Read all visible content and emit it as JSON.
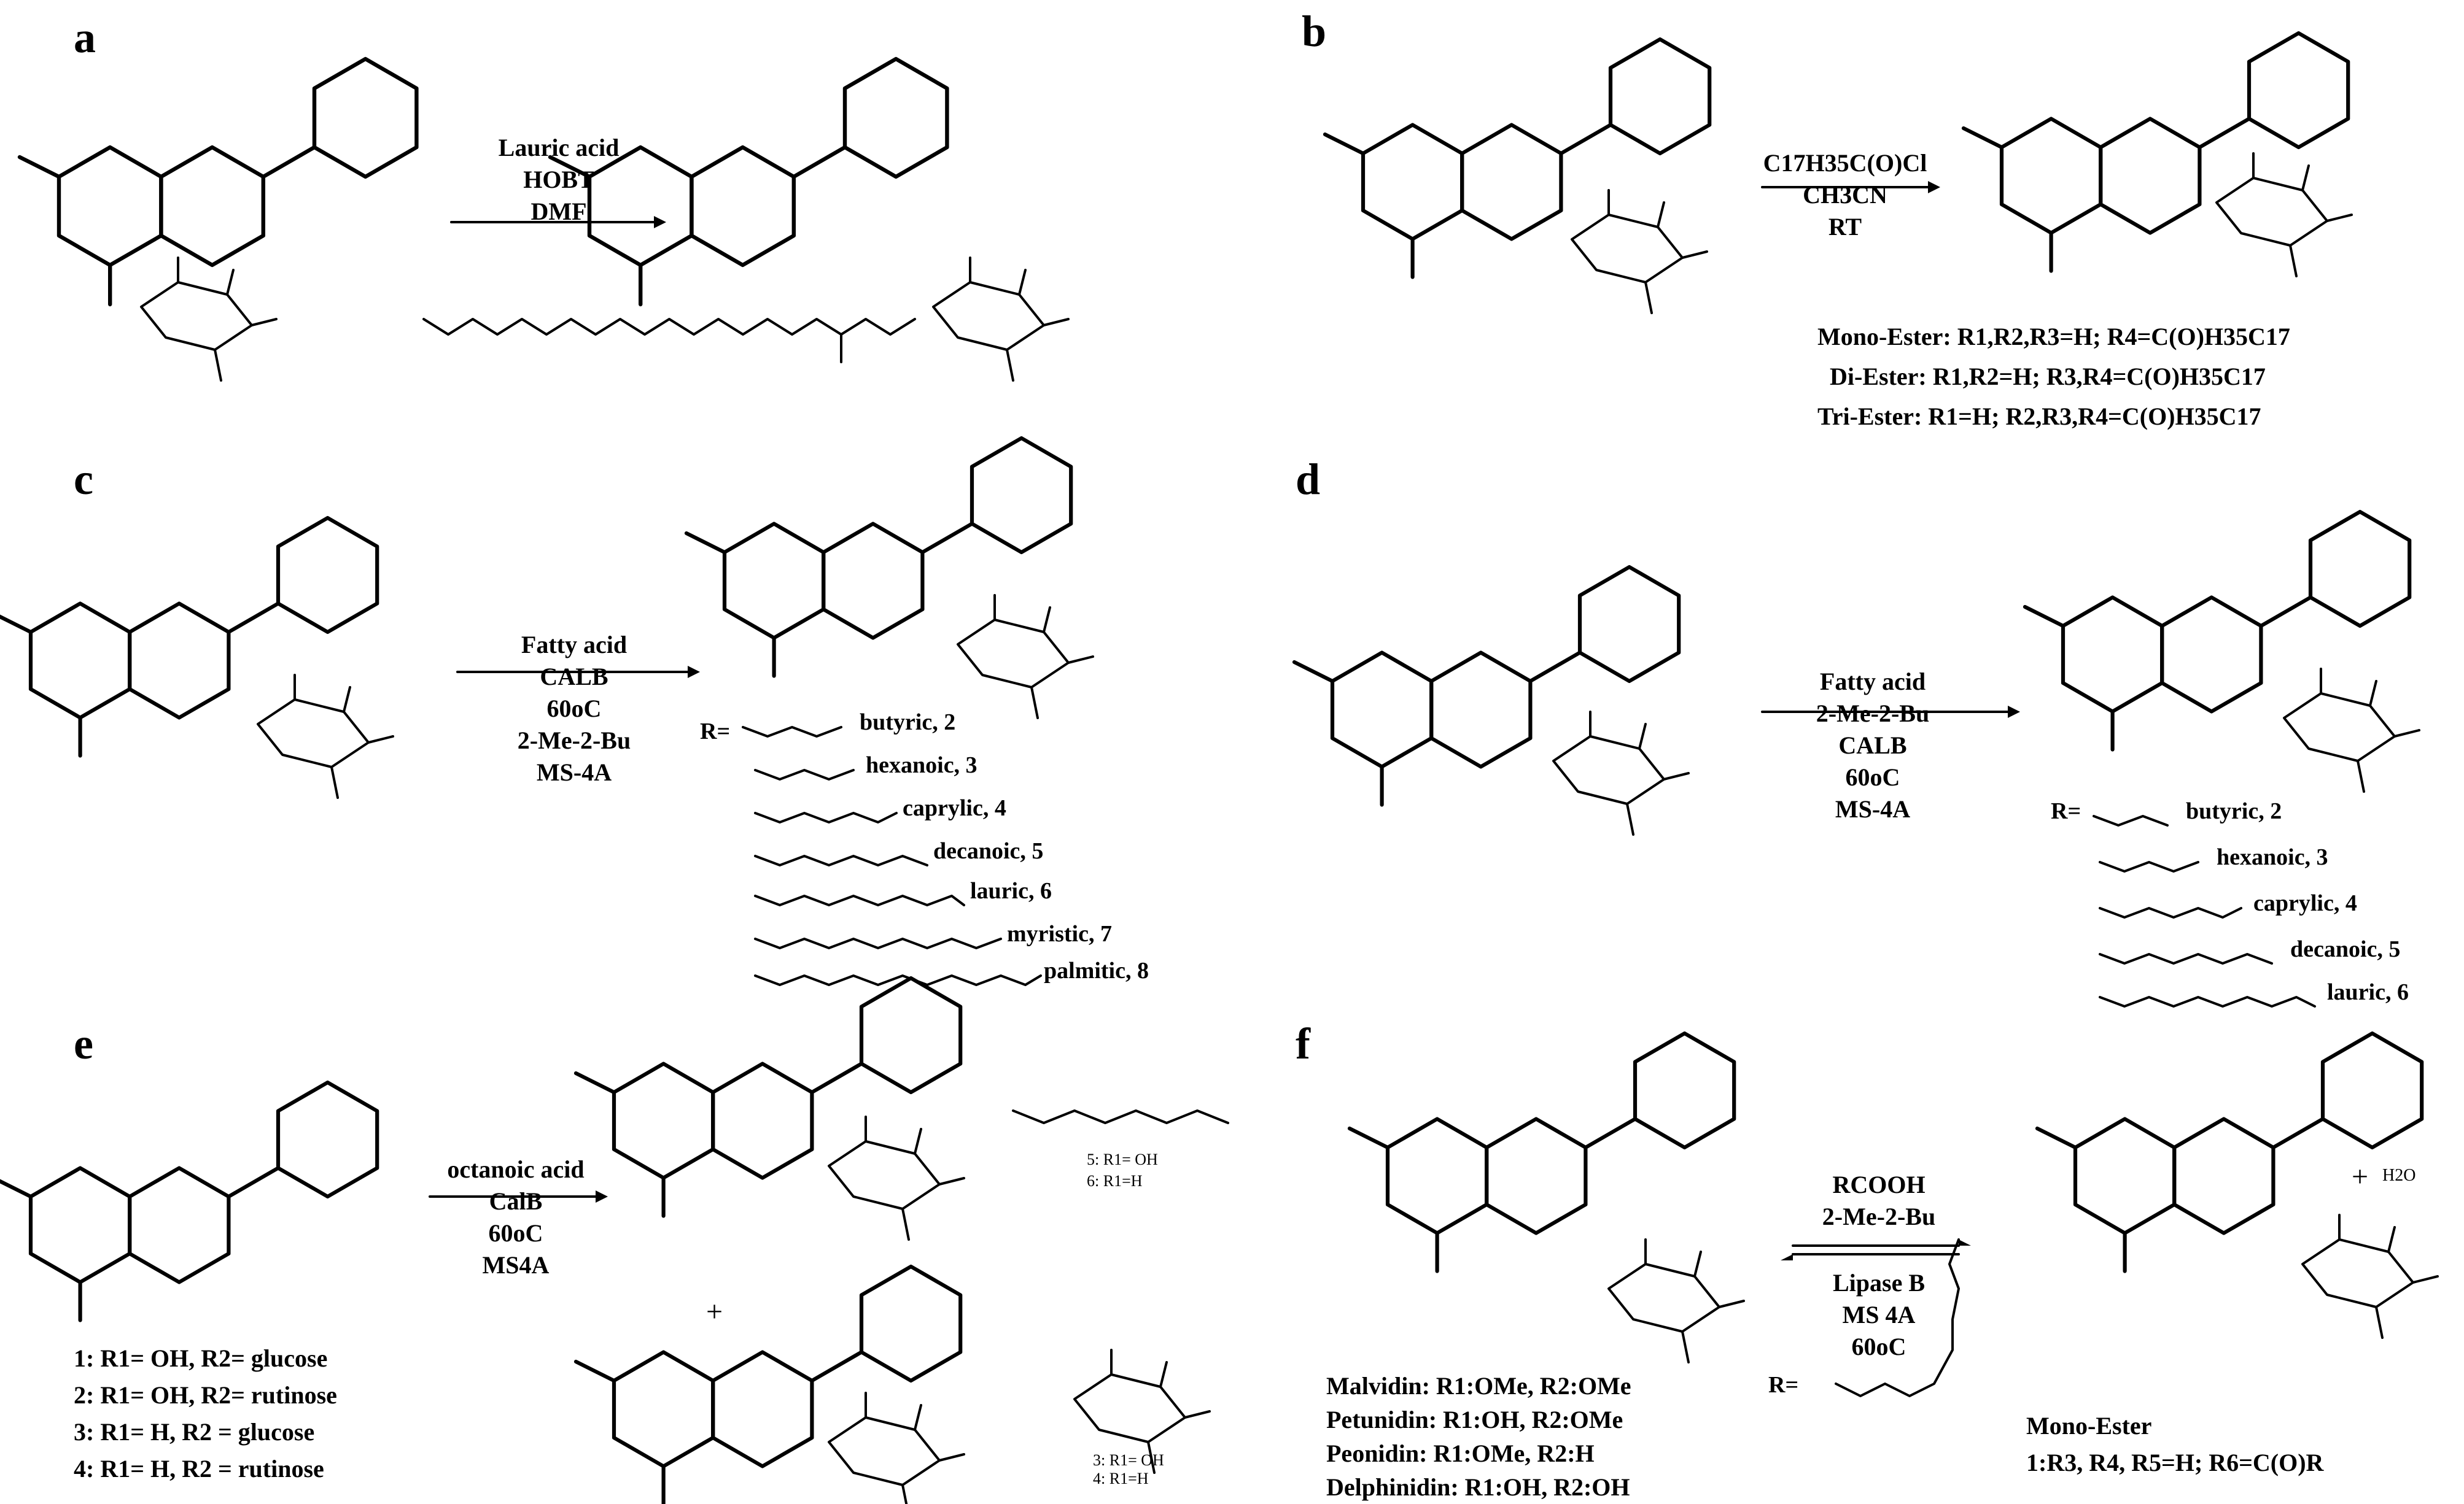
{
  "panels": {
    "a": {
      "label": "a",
      "conditions": [
        "Lauric acid",
        "HOBT",
        "DMF"
      ]
    },
    "b": {
      "label": "b",
      "conditions": [
        "C17H35C(O)Cl",
        "CH3CN",
        "RT"
      ],
      "esters": [
        "Mono-Ester: R1,R2,R3=H; R4=C(O)H35C17",
        "Di-Ester: R1,R2=H; R3,R4=C(O)H35C17",
        "Tri-Ester: R1=H; R2,R3,R4=C(O)H35C17"
      ]
    },
    "c": {
      "label": "c",
      "conditions": [
        "Fatty acid",
        "CALB",
        "60oC",
        "2-Me-2-Bu",
        "MS-4A"
      ],
      "r_label": "R=",
      "acids": [
        "butyric, 2",
        "hexanoic, 3",
        "caprylic, 4",
        "decanoic, 5",
        "lauric, 6",
        "myristic, 7",
        "palmitic, 8"
      ]
    },
    "d": {
      "label": "d",
      "conditions": [
        "Fatty acid",
        "2-Me-2-Bu",
        "CALB",
        "60oC",
        "MS-4A"
      ],
      "r_label": "R=",
      "acids": [
        "butyric, 2",
        "hexanoic, 3",
        "caprylic, 4",
        "decanoic, 5",
        "lauric, 6"
      ]
    },
    "e": {
      "label": "e",
      "conditions": [
        "octanoic acid",
        "CalB",
        "60oC",
        "MS4A"
      ],
      "plus": "+",
      "substrates": [
        "1: R1= OH, R2= glucose",
        "2: R1= OH, R2= rutinose",
        "3: R1= H, R2 = glucose",
        "4: R1= H, R2 = rutinose"
      ],
      "product_labels_top": [
        "5: R1= OH",
        "6: R1=H"
      ],
      "product_labels_bottom": [
        "3: R1= OH",
        "4: R1=H"
      ]
    },
    "f": {
      "label": "f",
      "conditions_top": [
        "RCOOH",
        "2-Me-2-Bu"
      ],
      "conditions_bottom": [
        "Lipase B",
        "MS 4A",
        "60oC"
      ],
      "plus": "+",
      "water": "H2O",
      "r_label": "R=",
      "substrates": [
        "Malvidin: R1:OMe, R2:OMe",
        "Petunidin: R1:OH, R2:OMe",
        "Peonidin: R1:OMe, R2:H",
        "Delphinidin: R1:OH, R2:OH"
      ],
      "product_title": "Mono-Ester",
      "product_desc": "1:R3, R4, R5=H; R6=C(O)R"
    }
  }
}
